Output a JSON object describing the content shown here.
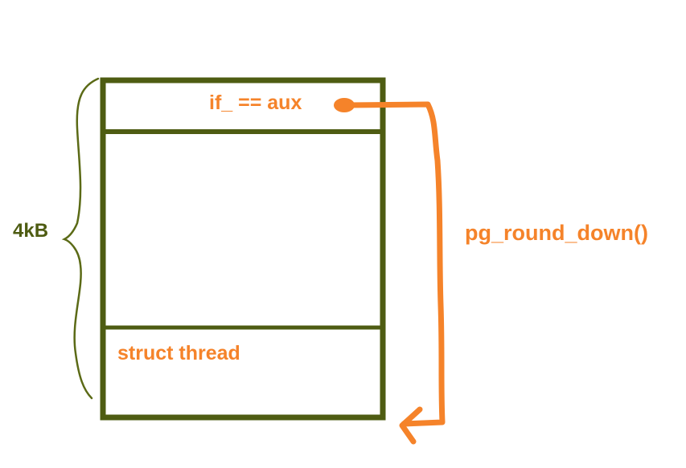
{
  "diagram": {
    "size_label": "4kB",
    "top_cell_text": "if_ == aux",
    "bottom_cell_text": "struct thread",
    "arrow_label": "pg_round_down()",
    "colors": {
      "frame": "#4e5c12",
      "brace": "#5b6a16",
      "annotation": "#f5832a"
    }
  }
}
